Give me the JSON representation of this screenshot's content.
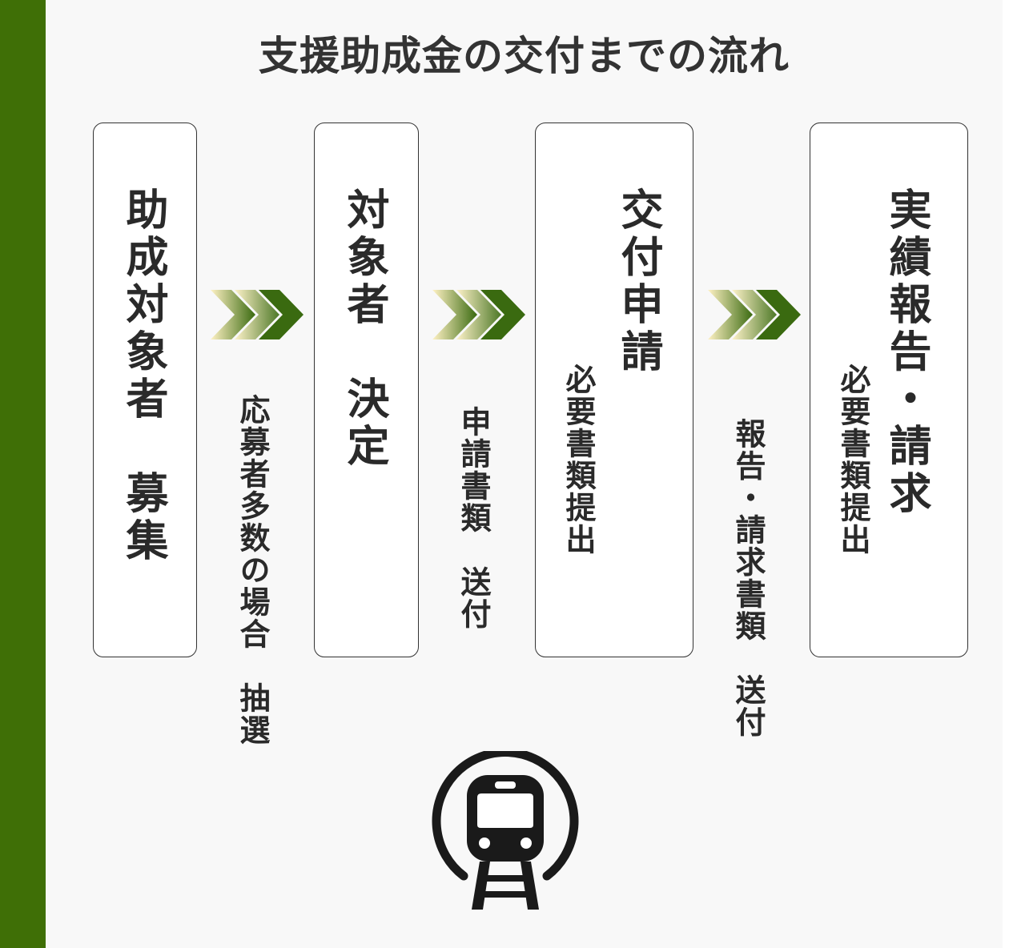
{
  "title": "支援助成金の交付までの流れ",
  "steps": [
    {
      "label": "助成対象者　募集"
    },
    {
      "label": "対象者　決定"
    },
    {
      "label": "交付申請",
      "sub": "必要書類提出"
    },
    {
      "label": "実績報告・請求",
      "sub": "必要書類提出"
    }
  ],
  "transitions": [
    {
      "note": "応募者多数の場合　抽選"
    },
    {
      "note": "申請書類　送付"
    },
    {
      "note": "報告・請求書類　送付"
    }
  ],
  "colors": {
    "sidebar": "#3f6f06",
    "panel": "#f8f8f8",
    "chevron_dark": "#3a6a10",
    "chevron_light": "#fff2c4"
  },
  "icons": {
    "arrow": "triple-chevron-right-icon",
    "footer": "train-icon"
  }
}
